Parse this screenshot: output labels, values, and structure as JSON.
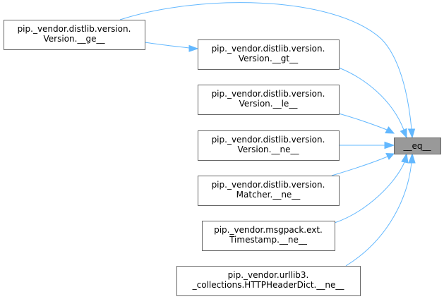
{
  "diagram": {
    "target": {
      "id": "eq",
      "label": "__eq__"
    },
    "callers": [
      {
        "id": "ge",
        "lines": [
          "pip._vendor.distlib.version.",
          "Version.__ge__"
        ]
      },
      {
        "id": "gt",
        "lines": [
          "pip._vendor.distlib.version.",
          "Version.__gt__"
        ]
      },
      {
        "id": "le",
        "lines": [
          "pip._vendor.distlib.version.",
          "Version.__le__"
        ]
      },
      {
        "id": "ne",
        "lines": [
          "pip._vendor.distlib.version.",
          "Version.__ne__"
        ]
      },
      {
        "id": "matcher-ne",
        "lines": [
          "pip._vendor.distlib.version.",
          "Matcher.__ne__"
        ]
      },
      {
        "id": "timestamp-ne",
        "lines": [
          "pip._vendor.msgpack.ext.",
          "Timestamp.__ne__"
        ]
      },
      {
        "id": "httpheaderdict-ne",
        "lines": [
          "pip._vendor.urllib3.",
          "_collections.HTTPHeaderDict.__ne__"
        ]
      }
    ],
    "edges": [
      {
        "from": "ge",
        "to": "gt"
      },
      {
        "from": "ge",
        "to": "eq"
      },
      {
        "from": "gt",
        "to": "eq"
      },
      {
        "from": "le",
        "to": "eq"
      },
      {
        "from": "ne",
        "to": "eq"
      },
      {
        "from": "matcher-ne",
        "to": "eq"
      },
      {
        "from": "timestamp-ne",
        "to": "eq"
      },
      {
        "from": "httpheaderdict-ne",
        "to": "eq"
      }
    ],
    "colors": {
      "edge": "#63b8ff",
      "node_border": "#666666",
      "target_fill": "#999999"
    }
  }
}
